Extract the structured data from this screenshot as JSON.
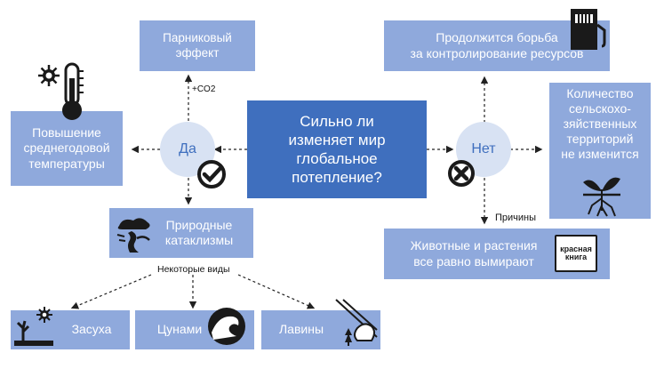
{
  "center_question": "Сильно ли\nизменяет мир\nглобальное\nпотепление?",
  "yes": {
    "label": "Да",
    "greenhouse": "Парниковый\nэффект",
    "co2_label": "+CO2",
    "temperature": "Повышение\nсреднегодовой\nтемпературы",
    "disasters": "Природные\nкатаклизмы",
    "some_types_label": "Некоторые виды",
    "types": [
      "Засуха",
      "Цунами",
      "Лавины"
    ]
  },
  "no": {
    "label": "Нет",
    "resources": "Продолжится борьба\nза контролирование ресурсов",
    "farmland": "Количество\nсельскохо-\nзяйственных\nтерриторий\nне изменится",
    "reasons_label": "Причины",
    "extinction": "Животные и растения\nвсе равно вымирают",
    "red_book": "красная\nкнига"
  },
  "colors": {
    "light_box": "#8fa9dc",
    "dark_box": "#3f6fbe",
    "circle": "#d8e2f3",
    "icon": "#1a1a1a"
  },
  "icons": [
    "sun-gear-icon",
    "thermometer-icon",
    "check-icon",
    "cross-icon",
    "fuel-pump-icon",
    "plant-roots-icon",
    "red-book-icon",
    "storm-tree-icon",
    "drought-icon",
    "wave-icon",
    "avalanche-icon"
  ]
}
